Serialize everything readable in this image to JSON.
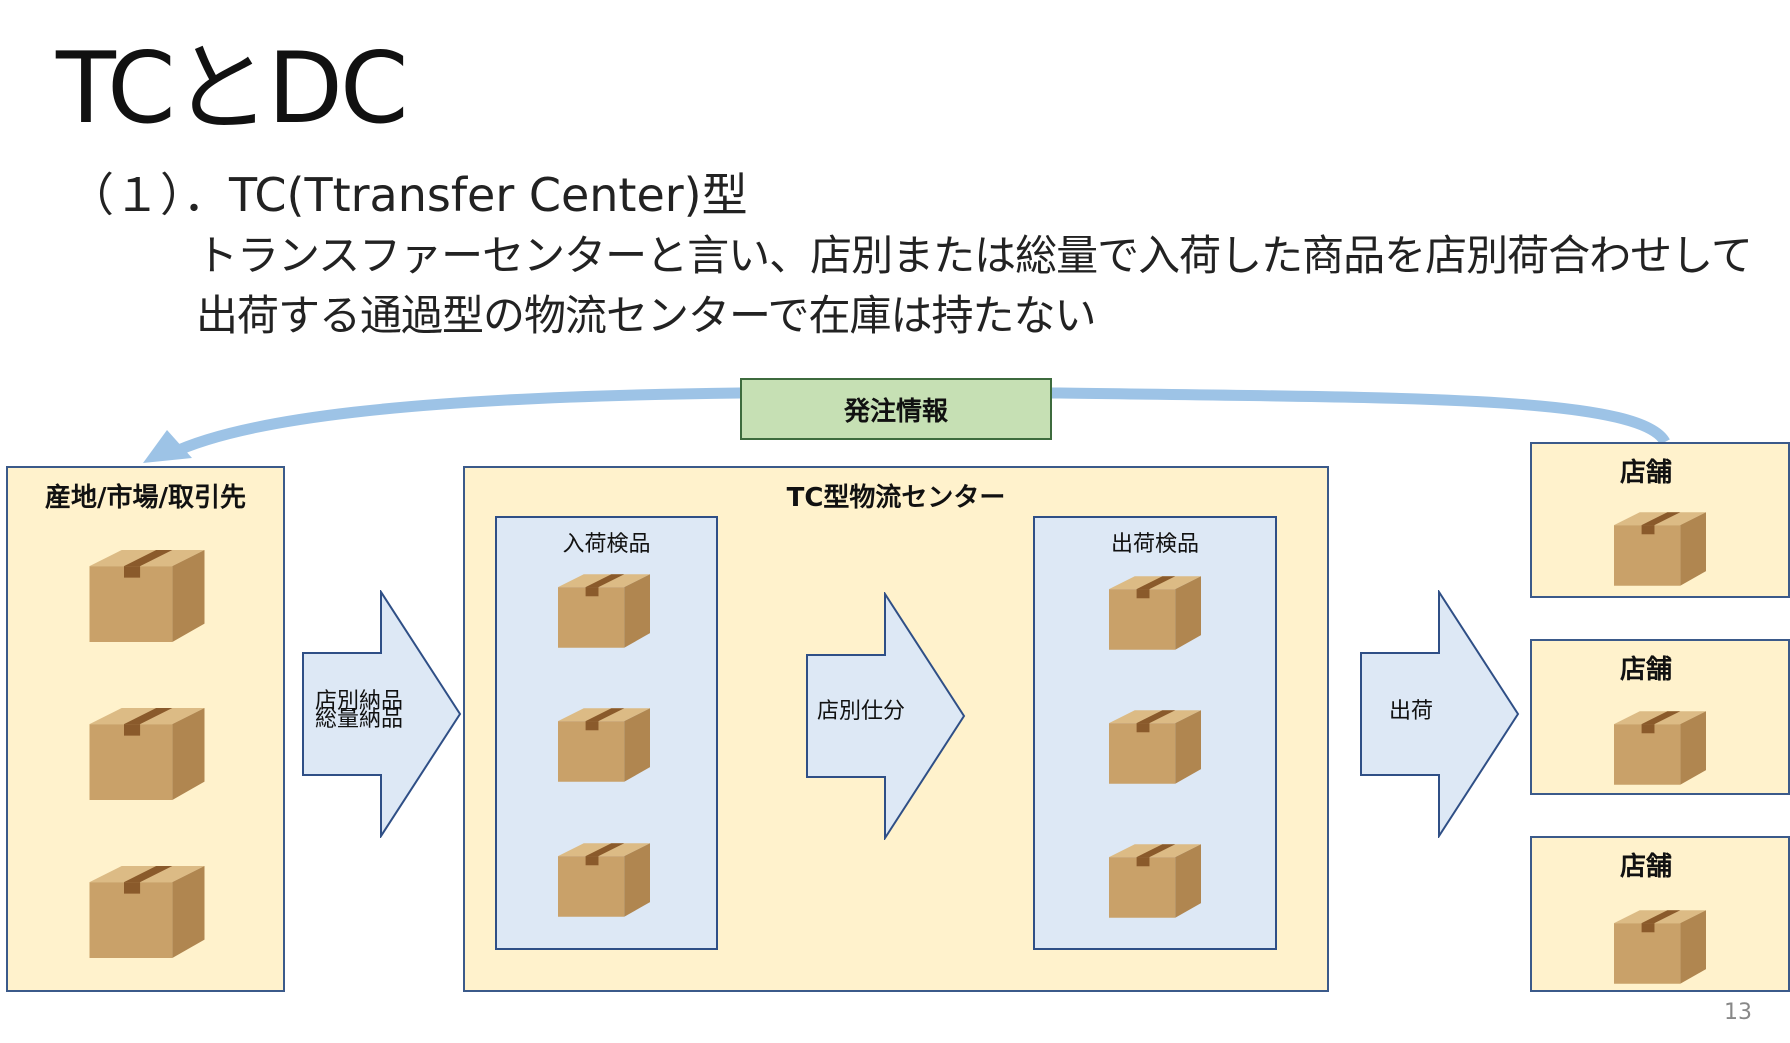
{
  "title": "TCとDC",
  "subtitle": "（１）．TC(Ttransfer Center)型",
  "description": [
    "トランスファーセンターと言い、店別または総量で入荷した商品を店別荷合わせして",
    "出荷する通過型の物流センターで在庫は持たない"
  ],
  "order_info": "発注情報",
  "source": {
    "label": "産地/市場/取引先"
  },
  "tc_center": {
    "label": "TC型物流センター",
    "inbound": {
      "label": "入荷検品"
    },
    "outbound": {
      "label": "出荷検品"
    }
  },
  "arrows": {
    "delivery": [
      "店別納品",
      "総量納品"
    ],
    "sorting": "店別仕分",
    "shipping": "出荷"
  },
  "stores": [
    {
      "label": "店舗"
    },
    {
      "label": "店舗"
    },
    {
      "label": "店舗"
    }
  ],
  "page_number": "13",
  "colors": {
    "panel_yellow": "#fff2cc",
    "panel_blue": "#dde8f5",
    "order_info_green": "#c6e0b4",
    "feedback_arrow": "#9dc3e6",
    "box_brown": "#c9a169"
  }
}
